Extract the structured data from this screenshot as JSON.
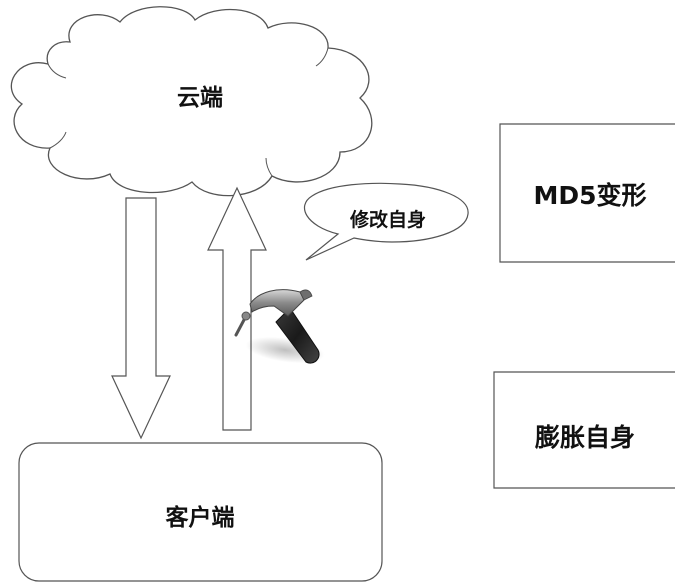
{
  "nodes": {
    "cloud": {
      "label": "云端"
    },
    "client": {
      "label": "客户端"
    },
    "speech": {
      "label": "修改自身"
    },
    "md5_box": {
      "label": "MD5变形"
    },
    "expand_box": {
      "label": "膨胀自身"
    }
  },
  "edges": [
    {
      "from": "cloud",
      "to": "client",
      "style": "hollow-arrow-down"
    },
    {
      "from": "client",
      "to": "cloud",
      "style": "hollow-arrow-up"
    }
  ],
  "icons": {
    "tool": "hammer-icon"
  },
  "colors": {
    "stroke": "#555555",
    "fill": "#ffffff",
    "text": "#111111"
  }
}
